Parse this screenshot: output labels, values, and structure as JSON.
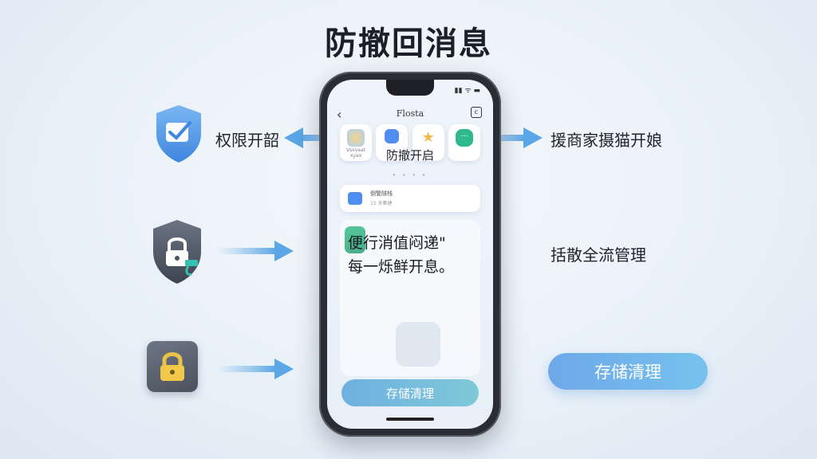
{
  "title": "防撤回消息",
  "left": {
    "feature1_label": "权限开韶"
  },
  "right": {
    "feature1_label": "援商家摄猫开娘",
    "feature2_label": "括散全流管理",
    "cta_label": "存储清理"
  },
  "phone": {
    "status": "▮▮ ᯤ ▬",
    "nav_back": "‹",
    "nav_title": "Flosta",
    "nav_right": "c",
    "apps": [
      {
        "name": "app-1",
        "caption": "Vsxvaat xyax"
      },
      {
        "name": "app-2",
        "caption": ""
      },
      {
        "name": "app-3",
        "caption": ""
      },
      {
        "name": "app-4",
        "caption": ""
      }
    ],
    "overlay_label": "防撤开启",
    "dots": "• • • •",
    "row_title": "倒警隧栈",
    "row_sub": "15 多集建",
    "body_line1": "便行消值闷递\"",
    "body_line2": "每一烁鲜开息。",
    "cta_label": "存储清理"
  },
  "colors": {
    "accent": "#6ea8ea",
    "shield_blue": "#5b9be6",
    "shield_slate": "#4f5766",
    "arrow": "#6fb3e8"
  }
}
